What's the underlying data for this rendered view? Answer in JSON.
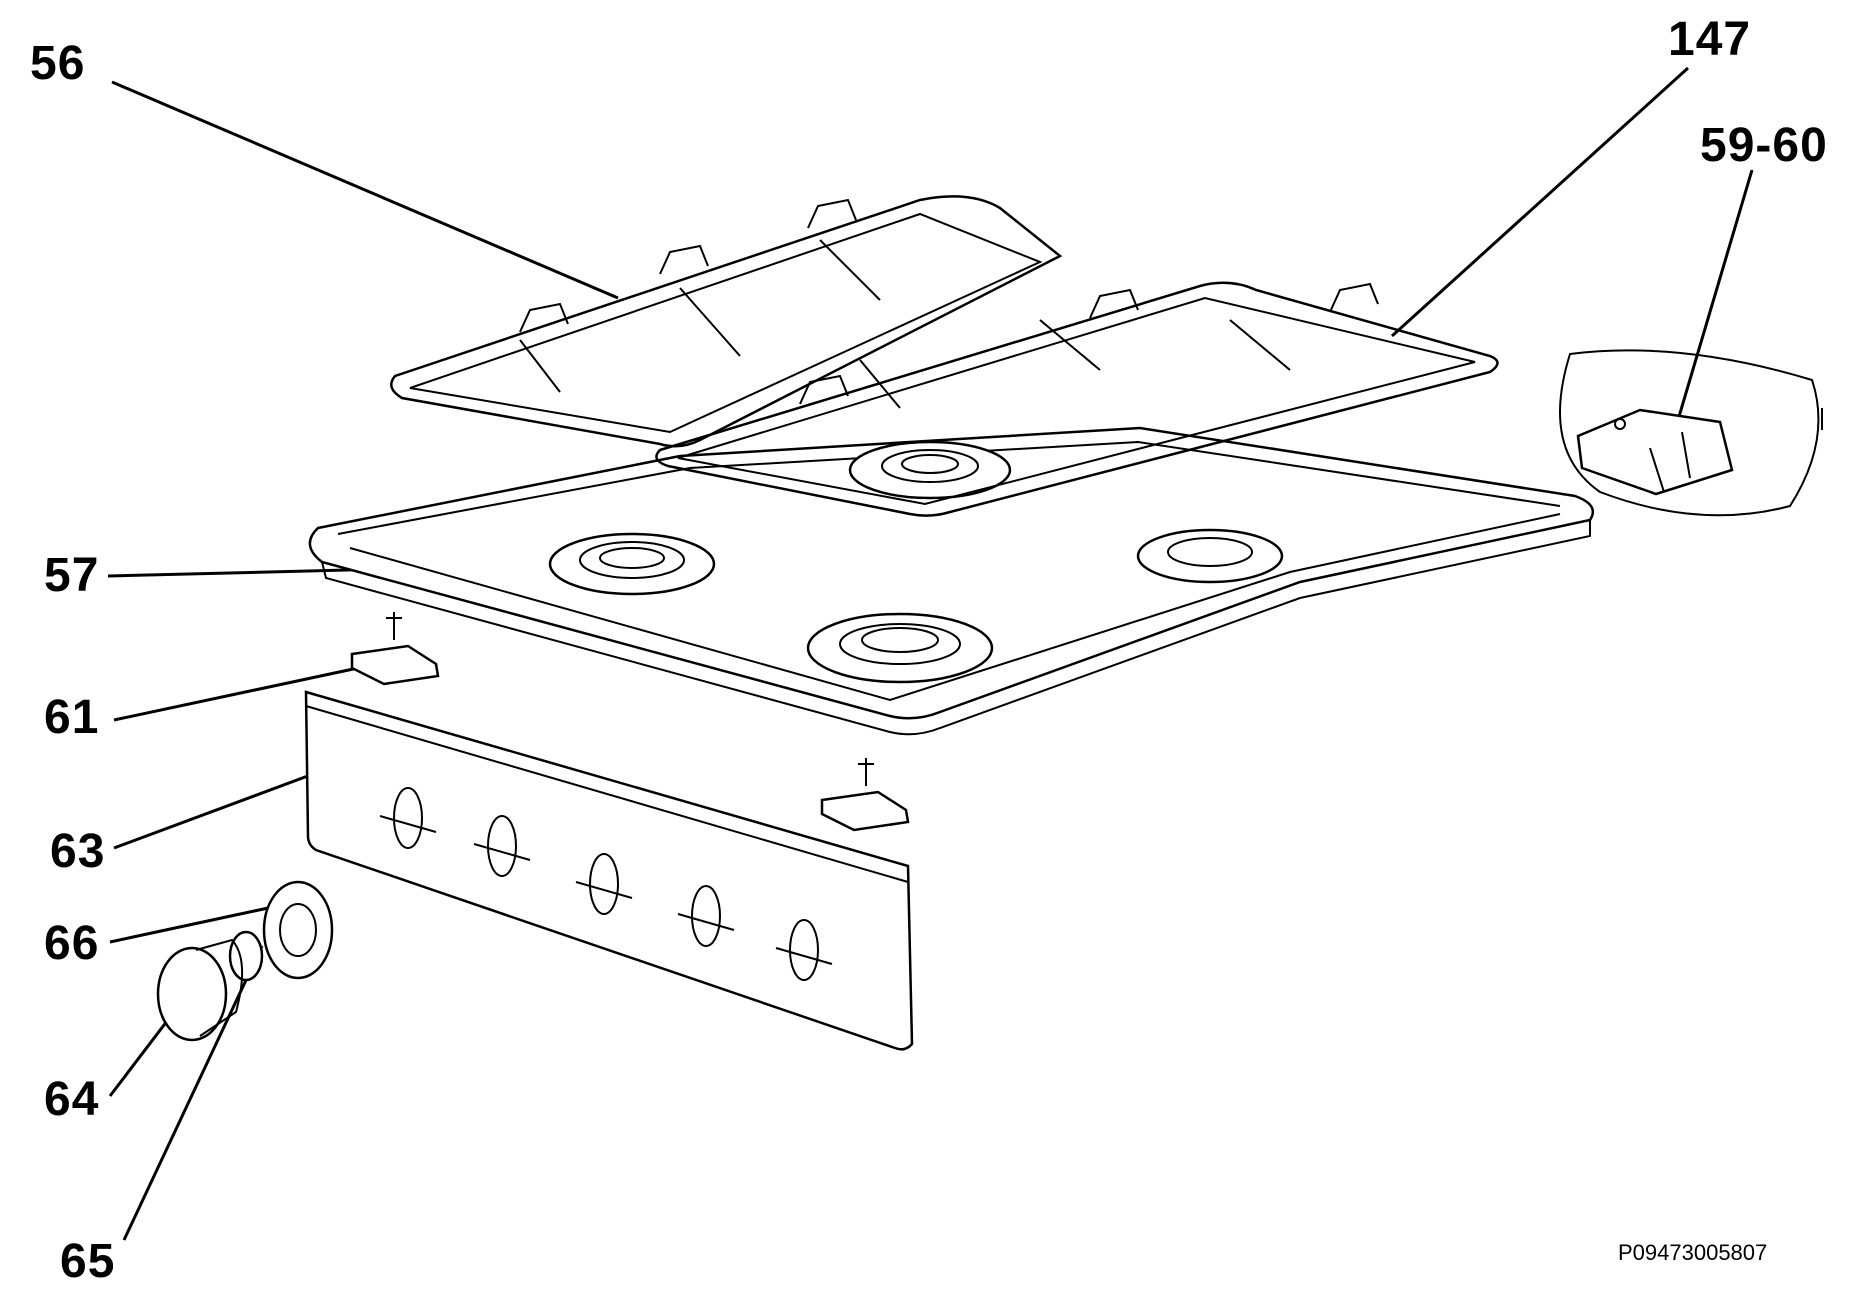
{
  "labels": {
    "l56": "56",
    "l147": "147",
    "l5960": "59-60",
    "l57": "57",
    "l61": "61",
    "l63": "63",
    "l66": "66",
    "l64": "64",
    "l65": "65"
  },
  "reference_code": "P09473005807"
}
